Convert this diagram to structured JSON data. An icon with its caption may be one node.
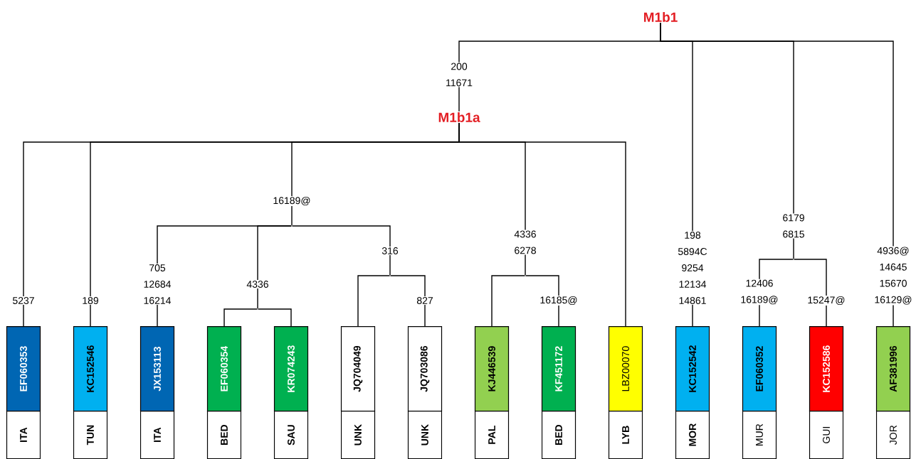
{
  "diagram": {
    "nodes": [
      {
        "text": [
          "M1b1"
        ]
      },
      {
        "text": [
          "M1b1a"
        ]
      },
      {
        "text": [],
        "shape": "point"
      },
      {
        "text": [],
        "shape": "point"
      },
      {
        "text": [],
        "shape": "point"
      },
      {
        "text": [],
        "shape": "point"
      },
      {
        "text": [],
        "shape": "point"
      },
      {
        "text": [
          "EF060353"
        ]
      },
      {
        "text": [
          "KC152546"
        ]
      },
      {
        "text": [
          "JX153113"
        ]
      },
      {
        "text": [
          "EF060354"
        ]
      },
      {
        "text": [
          "KR074243"
        ]
      },
      {
        "text": [
          "JQ704049"
        ]
      },
      {
        "text": [
          "JQ703086"
        ]
      },
      {
        "text": [
          "KJ446539"
        ]
      },
      {
        "text": [
          "KF451172"
        ]
      },
      {
        "text": [
          "LBZ00070"
        ]
      },
      {
        "text": [
          "KC152542"
        ]
      },
      {
        "text": [
          "EF060352"
        ]
      },
      {
        "text": [
          "KC152586"
        ]
      },
      {
        "text": [
          "AF381996"
        ]
      },
      {
        "text": [
          "ITA"
        ]
      },
      {
        "text": [
          "TUN"
        ]
      },
      {
        "text": [
          "ITA"
        ]
      },
      {
        "text": [
          "BED"
        ]
      },
      {
        "text": [
          "SAU"
        ]
      },
      {
        "text": [
          "UNK"
        ]
      },
      {
        "text": [
          "UNK"
        ]
      },
      {
        "text": [
          "PAL"
        ]
      },
      {
        "text": [
          "BED"
        ]
      },
      {
        "text": [
          "LYB"
        ]
      },
      {
        "text": [
          "MOR"
        ]
      },
      {
        "text": [
          "MUR"
        ]
      },
      {
        "text": [
          "GUI"
        ]
      },
      {
        "text": [
          "JOR"
        ]
      }
    ],
    "edges": [
      {
        "from": 0,
        "to": 1,
        "arrow": "none",
        "label": "200 11671"
      },
      {
        "from": 0,
        "to": 17,
        "arrow": "none",
        "label": "198 5894C 9254 12134 14861"
      },
      {
        "from": 0,
        "to": 3,
        "arrow": "none",
        "label": "6179 6815"
      },
      {
        "from": 0,
        "to": 20,
        "arrow": "none",
        "label": "4936@ 14645 15670 16129@"
      },
      {
        "from": 1,
        "to": 7,
        "arrow": "none",
        "label": "5237"
      },
      {
        "from": 1,
        "to": 8,
        "arrow": "none",
        "label": "189"
      },
      {
        "from": 1,
        "to": 2,
        "arrow": "none",
        "label": "16189@"
      },
      {
        "from": 1,
        "to": 5,
        "arrow": "none",
        "label": "4336 6278"
      },
      {
        "from": 1,
        "to": 16,
        "arrow": "none"
      },
      {
        "from": 2,
        "to": 9,
        "arrow": "none",
        "label": "705 12684 16214"
      },
      {
        "from": 2,
        "to": 6,
        "arrow": "none",
        "label": "4336"
      },
      {
        "from": 2,
        "to": 4,
        "arrow": "none",
        "label": "316"
      },
      {
        "from": 6,
        "to": 10,
        "arrow": "none"
      },
      {
        "from": 6,
        "to": 11,
        "arrow": "none"
      },
      {
        "from": 4,
        "to": 12,
        "arrow": "none"
      },
      {
        "from": 4,
        "to": 13,
        "arrow": "none",
        "label": "827"
      },
      {
        "from": 5,
        "to": 14,
        "arrow": "none"
      },
      {
        "from": 5,
        "to": 15,
        "arrow": "none",
        "label": "16185@"
      },
      {
        "from": 3,
        "to": 18,
        "arrow": "none",
        "label": "12406 16189@"
      },
      {
        "from": 3,
        "to": 19,
        "arrow": "none",
        "label": "15247@"
      }
    ]
  }
}
